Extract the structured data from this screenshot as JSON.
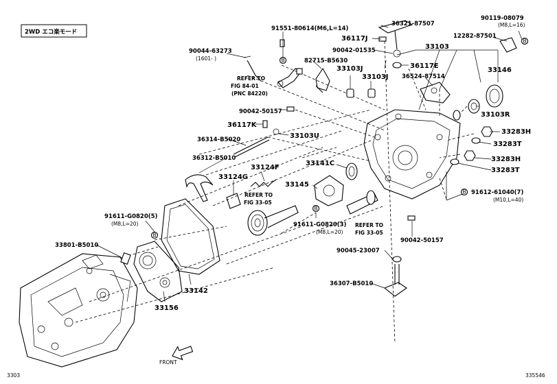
{
  "mode_label": "2WD エコ楽モード",
  "fig_left": "3303",
  "fig_right": "335546",
  "front_label": "FRONT",
  "labels": {
    "p91551": "91551-80614(M6,L=14)",
    "p36321": "36321-87507",
    "p90119": "90119-08079",
    "p90119_sub": "(M8,L=16)",
    "p12282": "12282-87501",
    "p90044a": "90044-63273",
    "p90044a_sub": "(1601-      )",
    "p36117j": "36117J",
    "p90042a": "90042-01535",
    "p33103": "33103",
    "p82715": "82715-B5630",
    "p36117e": "36117E",
    "p33103j_a": "33103J",
    "p33103j_b": "33103J",
    "p36524": "36524-87514",
    "p33146": "33146",
    "p90042b": "90042-50157",
    "p33103r": "33103R",
    "p36117k": "36117K",
    "p33283h_a": "33283H",
    "p36314": "36314-B5020",
    "p33103u": "33103U",
    "p33283t_a": "33283T",
    "p36312": "36312-B5010",
    "p33124f": "33124F",
    "p33141c": "33141C",
    "p33283h_b": "33283H",
    "p33283t_b": "33283T",
    "p33124g": "33124G",
    "p33145": "33145",
    "p91612": "91612-61040(7)",
    "p91612_sub": "(M10,L=40)",
    "p91611a": "91611-G0820(5)",
    "p91611a_sub": "(M8,L=20)",
    "p91611b": "91611-G0820(3)",
    "p91611b_sub": "(M8,L=20)",
    "p90042c": "90042-50157",
    "p33801": "33801-B5010",
    "p90045": "90045-23007",
    "p33142": "33142",
    "p33156": "33156",
    "p36307": "36307-B5010"
  },
  "refs": {
    "ref84_l1": "REFER TO",
    "ref84_l2": "FIG 84-01",
    "ref84_l3": "(PNC 84220)",
    "ref33a_l1": "REFER TO",
    "ref33a_l2": "FIG 33-05",
    "ref33b_l1": "REFER TO",
    "ref33b_l2": "FIG 33-05"
  },
  "marker_b": "B"
}
